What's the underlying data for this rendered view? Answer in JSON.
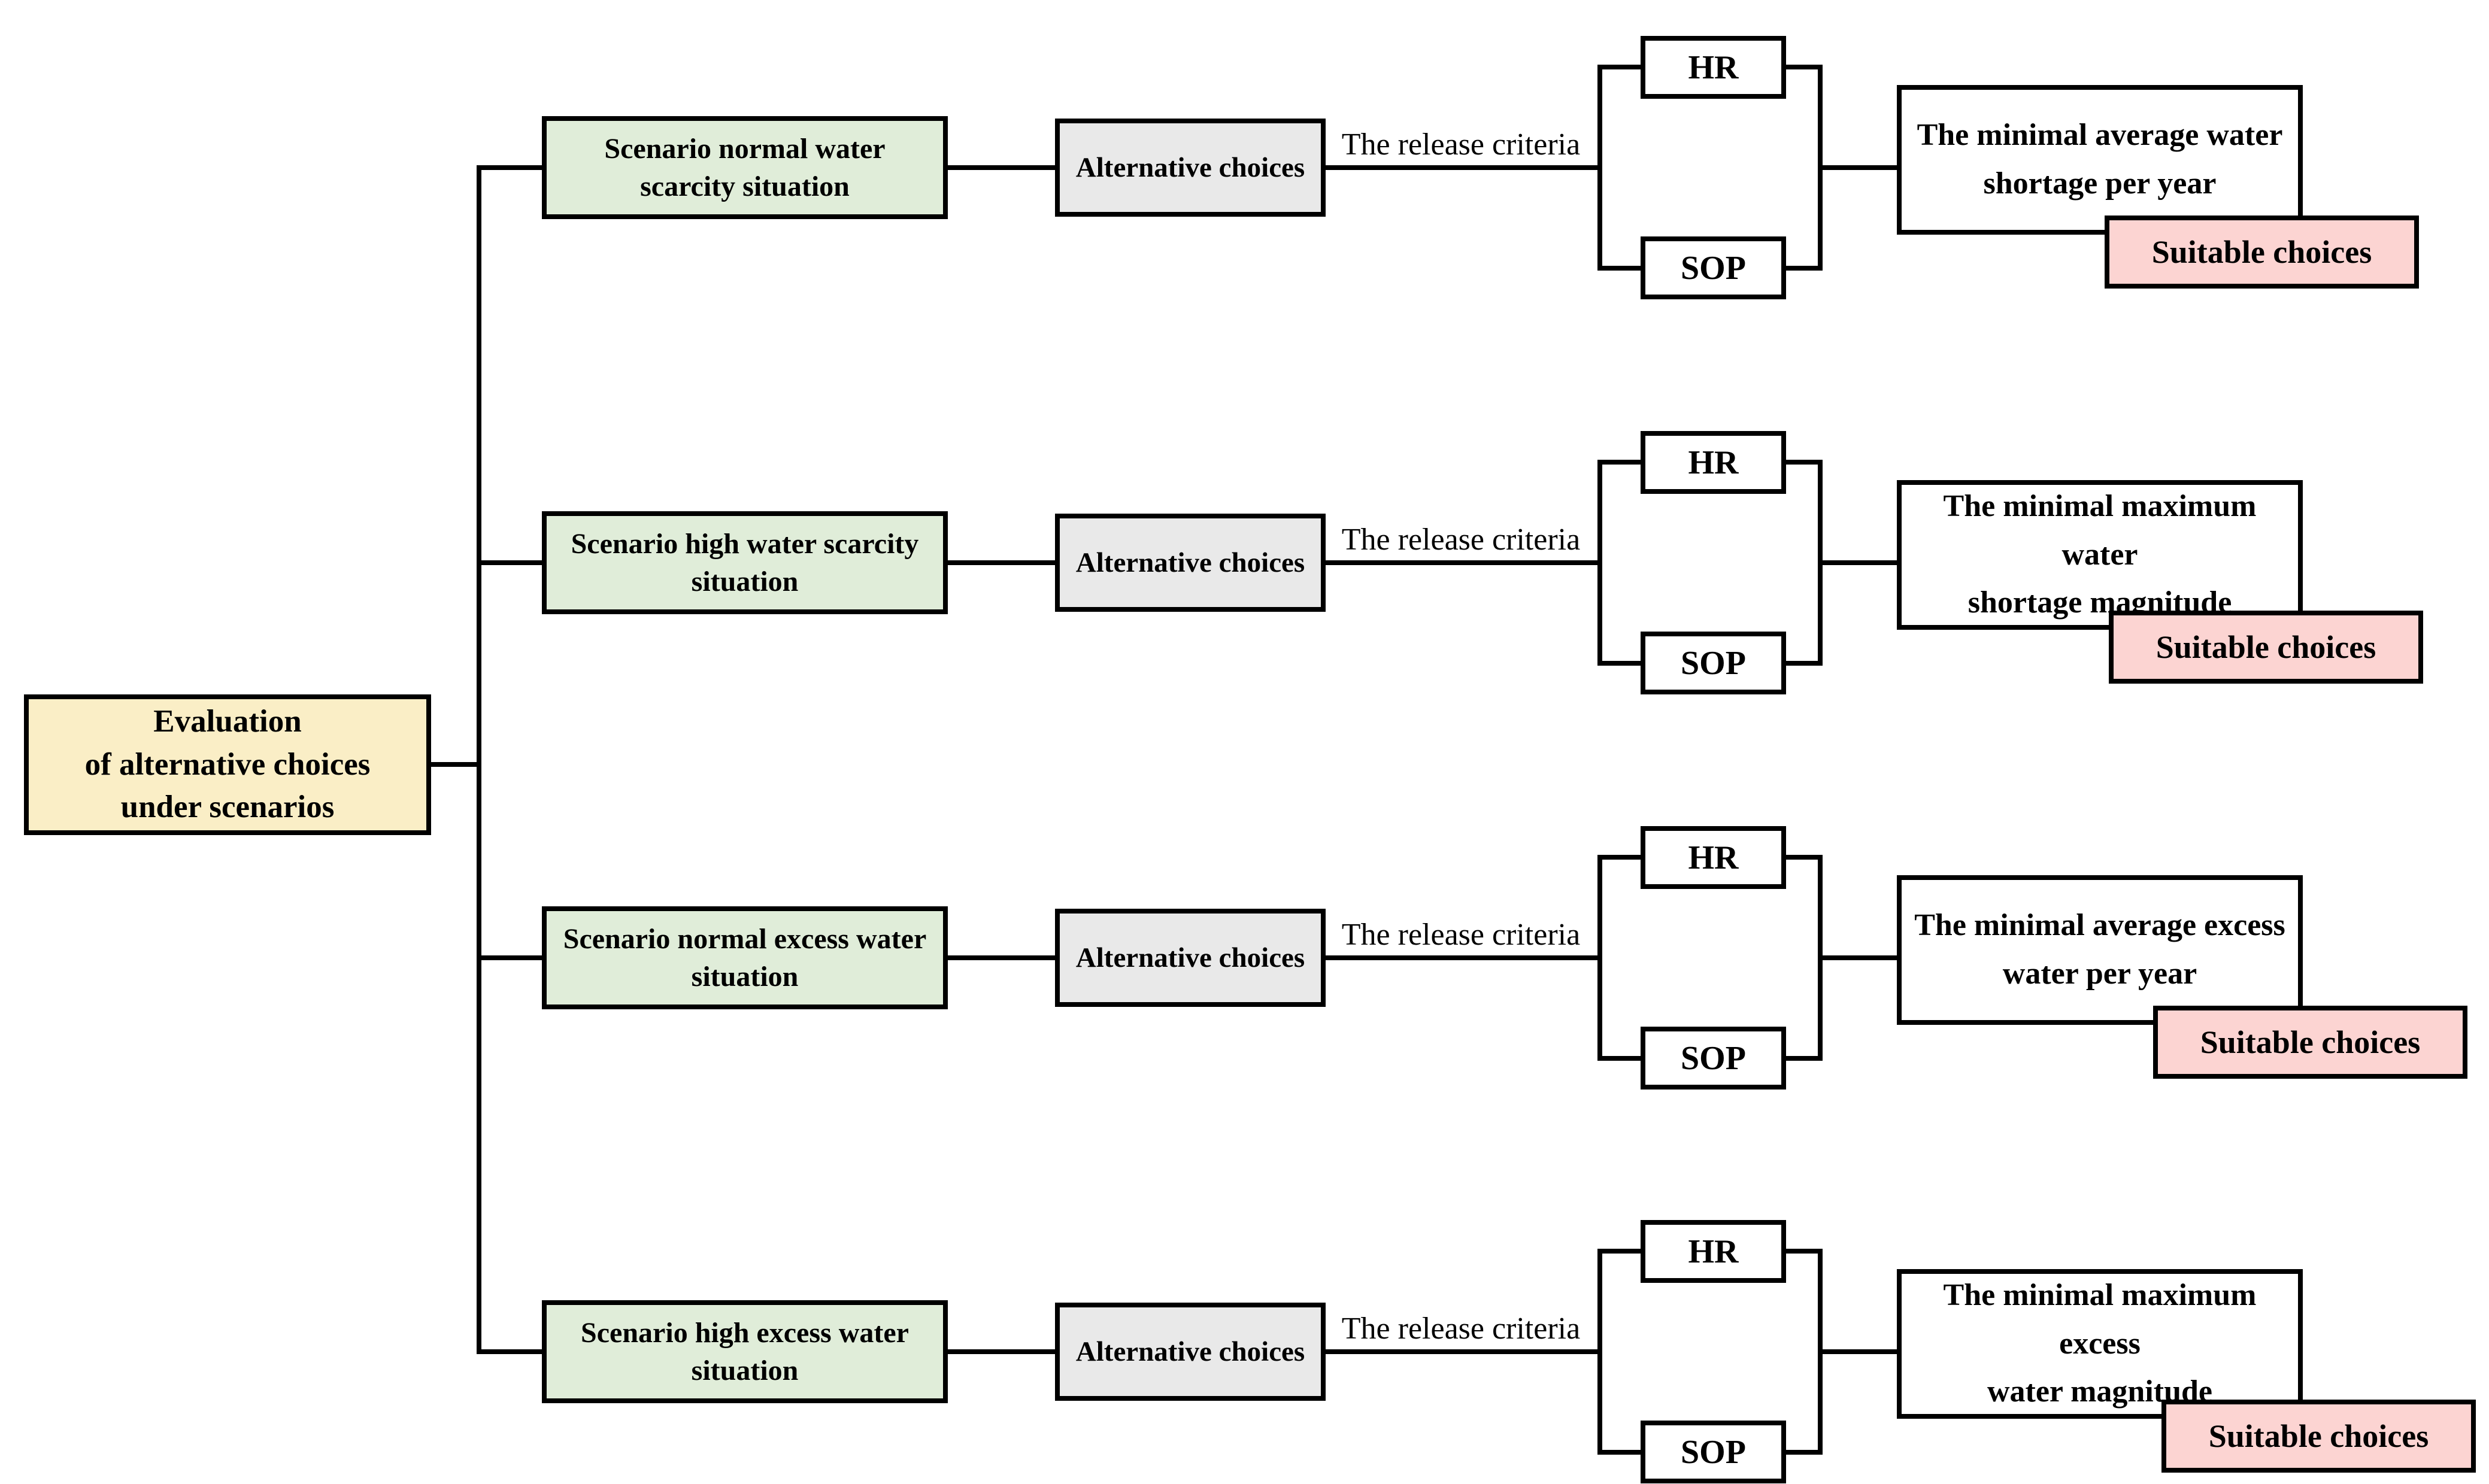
{
  "diagram": {
    "root_label": "Evaluation\nof alternative choices\nunder scenarios",
    "alternative_label": "Alternative choices",
    "release_criteria_label": "The release criteria",
    "hr_label": "HR",
    "sop_label": "SOP",
    "suitable_label": "Suitable choices",
    "rows": [
      {
        "scenario": "Scenario normal water\nscarcity situation",
        "criterion": "The minimal average water\nshortage per year"
      },
      {
        "scenario": "Scenario high water scarcity\nsituation",
        "criterion": "The minimal maximum water\nshortage magnitude"
      },
      {
        "scenario": "Scenario normal excess water\nsituation",
        "criterion": "The minimal average excess\nwater per year"
      },
      {
        "scenario": "Scenario high excess water\nsituation",
        "criterion": "The minimal maximum excess\nwater magnitude"
      }
    ],
    "colors": {
      "root_fill": "#FAEEC6",
      "scenario_fill": "#E0EDD9",
      "alternative_fill": "#E9E9E9",
      "criterion_fill": "#FFFFFF",
      "suitable_fill": "#FCD4D2",
      "line": "#000000"
    }
  }
}
